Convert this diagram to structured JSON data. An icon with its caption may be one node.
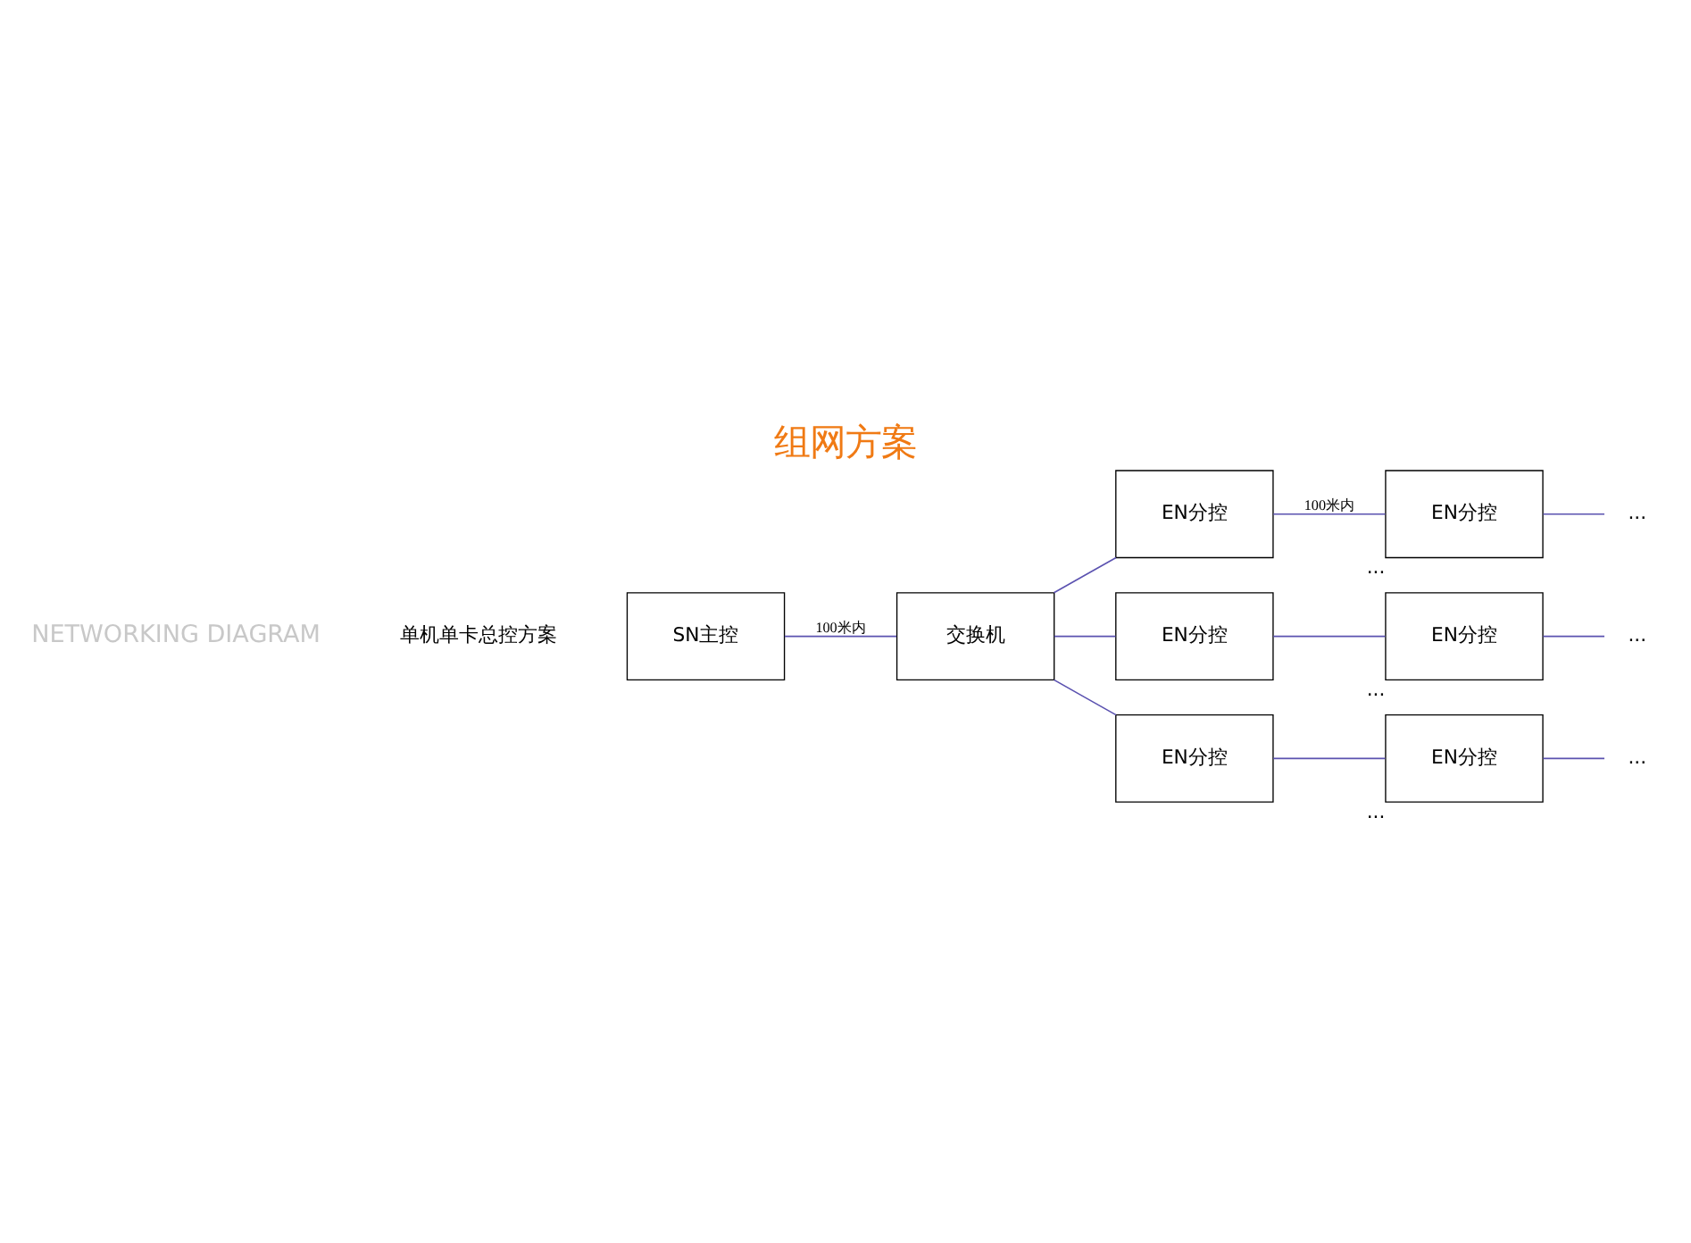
{
  "diagram": {
    "title": "组网方案",
    "nodes": [
      {
        "text": [
          "SN主控"
        ]
      },
      {
        "text": [
          "交换机"
        ]
      },
      {
        "text": [
          "EN分控"
        ]
      },
      {
        "text": [
          "EN分控"
        ],
        "beside": [
          "..."
        ]
      },
      {
        "text": [
          "EN分控"
        ]
      },
      {
        "text": [
          "EN分控"
        ],
        "beside": [
          "..."
        ]
      },
      {
        "text": [
          "EN分控"
        ]
      },
      {
        "text": [
          "EN分控"
        ],
        "beside": [
          "..."
        ]
      },
      {
        "text": [
          "..."
        ]
      },
      {
        "text": [
          "..."
        ]
      },
      {
        "text": [
          "..."
        ]
      }
    ],
    "edges": [
      {
        "from": 0,
        "to": 1,
        "arrow": "none",
        "label": "100米内"
      },
      {
        "from": 1,
        "to": 2,
        "arrow": "none"
      },
      {
        "from": 1,
        "to": 4,
        "arrow": "none"
      },
      {
        "from": 1,
        "to": 6,
        "arrow": "none"
      },
      {
        "from": 2,
        "to": 3,
        "arrow": "none",
        "label": "100米内"
      },
      {
        "from": 4,
        "to": 5,
        "arrow": "none"
      },
      {
        "from": 6,
        "to": 7,
        "arrow": "none"
      },
      {
        "from": 3,
        "to": 8,
        "arrow": "none"
      },
      {
        "from": 5,
        "to": 9,
        "arrow": "none"
      },
      {
        "from": 7,
        "to": 10,
        "arrow": "none"
      }
    ],
    "labels": [
      "NETWORKING DIAGRAM",
      "单机单卡总控方案"
    ]
  }
}
